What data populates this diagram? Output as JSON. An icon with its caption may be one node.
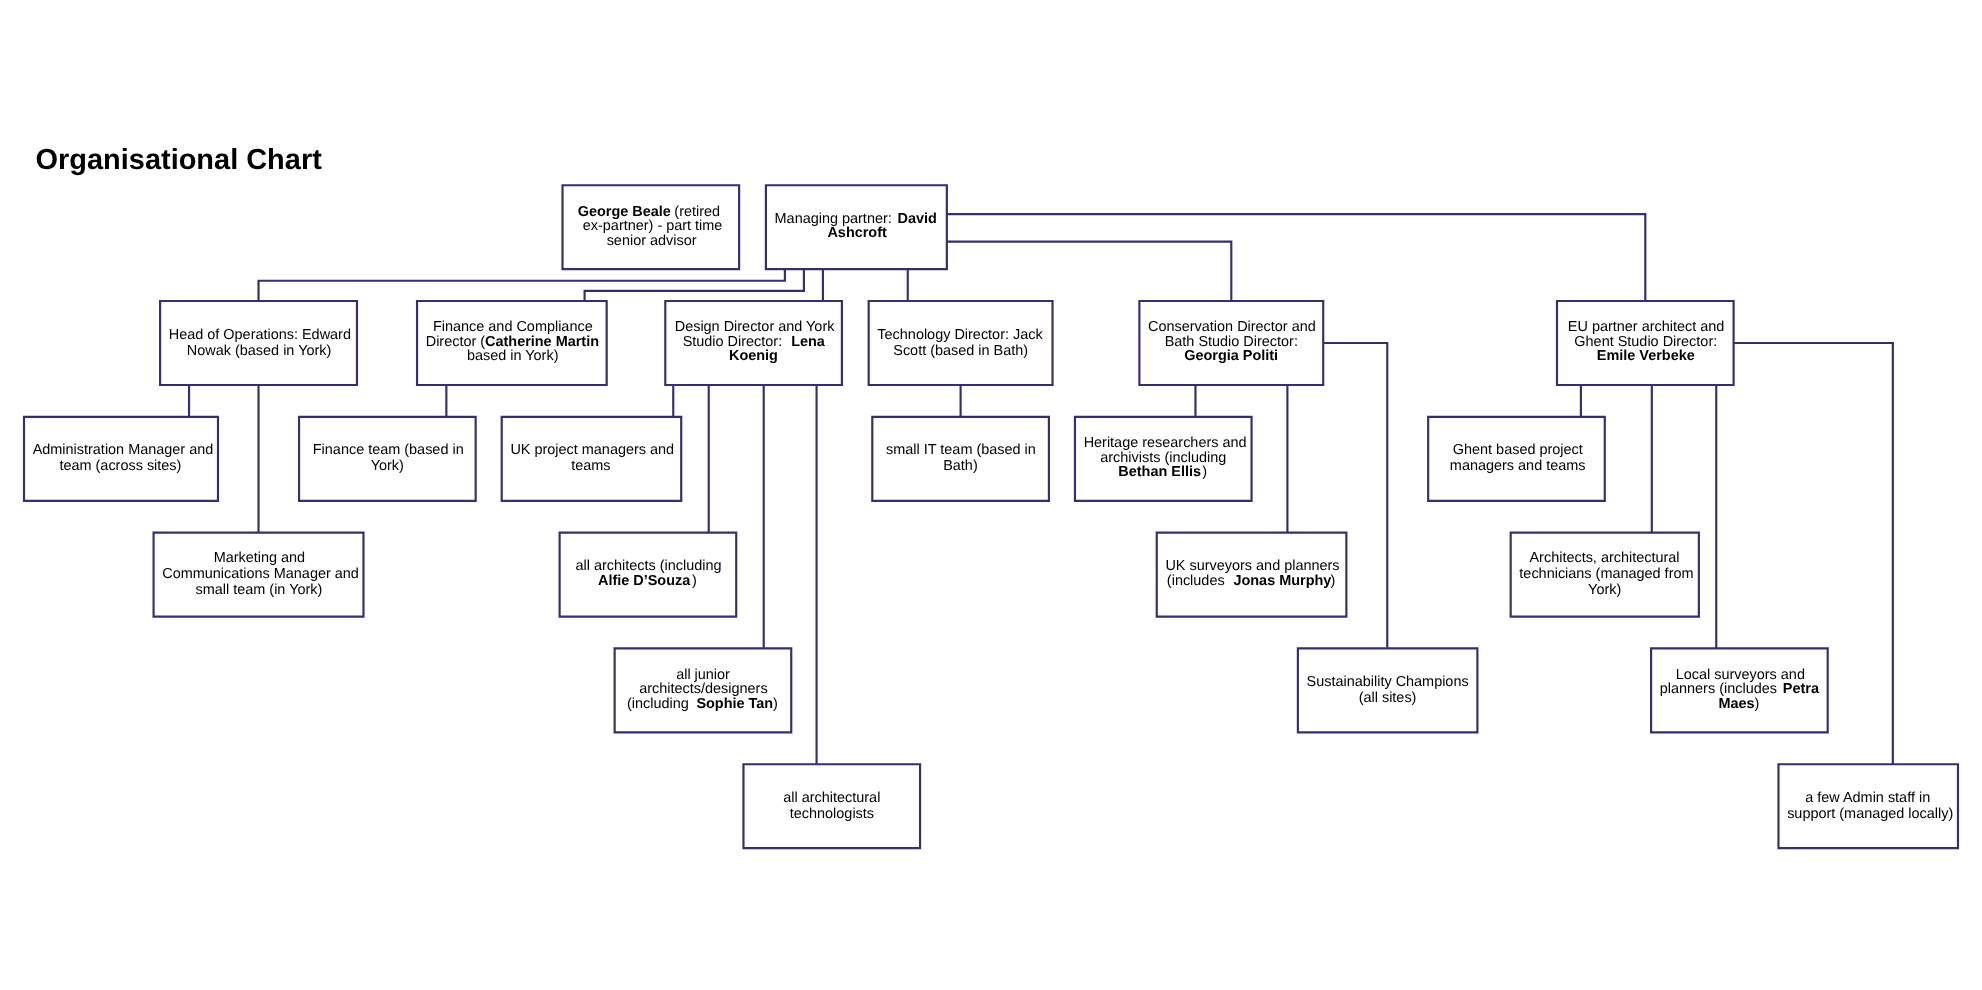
{
  "diagram": {
    "title": "Organisational Chart",
    "nodes": [
      {
        "text": [
          "**George Beale** (retired ex-partner) - part time senior advisor"
        ]
      },
      {
        "text": [
          "Managing partner: **David Ashcroft**"
        ]
      },
      {
        "text": [
          "Head of Operations: Edward Nowak (based in York)"
        ]
      },
      {
        "text": [
          "Finance and Compliance Director (**Catherine Martin** based in York)"
        ]
      },
      {
        "text": [
          "Design Director and York Studio Director: **Lena Koenig**"
        ]
      },
      {
        "text": [
          "Technology Director: Jack Scott (based in Bath)"
        ]
      },
      {
        "text": [
          "Conservation Director and Bath Studio Director: **Georgia Politi**"
        ]
      },
      {
        "text": [
          "EU partner architect and Ghent Studio Director: **Emile Verbeke**"
        ]
      },
      {
        "text": [
          "Administration Manager and team (across sites)"
        ]
      },
      {
        "text": [
          "Marketing and Communications Manager and small team (in York)"
        ]
      },
      {
        "text": [
          "Finance team (based in York)"
        ]
      },
      {
        "text": [
          "UK project managers and teams"
        ]
      },
      {
        "text": [
          "all architects (including **Alfie D’Souza**)"
        ]
      },
      {
        "text": [
          "all junior architects/designers (including **Sophie Tan**)"
        ]
      },
      {
        "text": [
          "all architectural technologists"
        ]
      },
      {
        "text": [
          "small IT team (based in Bath)"
        ]
      },
      {
        "text": [
          "Heritage researchers and archivists (including **Bethan Ellis**)"
        ]
      },
      {
        "text": [
          "UK surveyors and planners (includes **Jonas Murphy**)"
        ]
      },
      {
        "text": [
          "Sustainability Champions (all sites)"
        ]
      },
      {
        "text": [
          "Ghent based project managers and teams"
        ]
      },
      {
        "text": [
          "Architects, architectural technicians (managed from York)"
        ]
      },
      {
        "text": [
          "Local surveyors and planners (includes **Petra Maes**)"
        ]
      },
      {
        "text": [
          "a few Admin staff in support (managed locally)"
        ]
      }
    ],
    "edges": [
      {
        "from": 1,
        "to": 2,
        "arrow": "none"
      },
      {
        "from": 1,
        "to": 3,
        "arrow": "none"
      },
      {
        "from": 1,
        "to": 4,
        "arrow": "none"
      },
      {
        "from": 1,
        "to": 5,
        "arrow": "none"
      },
      {
        "from": 1,
        "to": 6,
        "arrow": "none"
      },
      {
        "from": 1,
        "to": 7,
        "arrow": "none"
      },
      {
        "from": 2,
        "to": 8,
        "arrow": "none"
      },
      {
        "from": 2,
        "to": 9,
        "arrow": "none"
      },
      {
        "from": 3,
        "to": 10,
        "arrow": "none"
      },
      {
        "from": 4,
        "to": 11,
        "arrow": "none"
      },
      {
        "from": 4,
        "to": 12,
        "arrow": "none"
      },
      {
        "from": 4,
        "to": 13,
        "arrow": "none"
      },
      {
        "from": 4,
        "to": 14,
        "arrow": "none"
      },
      {
        "from": 5,
        "to": 15,
        "arrow": "none"
      },
      {
        "from": 6,
        "to": 16,
        "arrow": "none"
      },
      {
        "from": 6,
        "to": 17,
        "arrow": "none"
      },
      {
        "from": 6,
        "to": 18,
        "arrow": "none"
      },
      {
        "from": 7,
        "to": 19,
        "arrow": "none"
      },
      {
        "from": 7,
        "to": 20,
        "arrow": "none"
      },
      {
        "from": 7,
        "to": 21,
        "arrow": "none"
      },
      {
        "from": 7,
        "to": 22,
        "arrow": "none"
      }
    ]
  }
}
